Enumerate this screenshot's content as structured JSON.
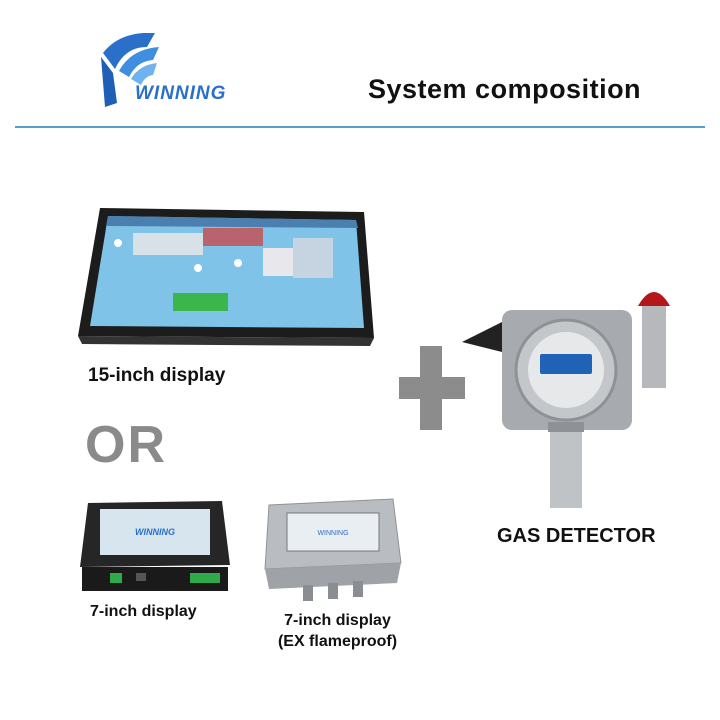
{
  "header": {
    "brand": "WINNING",
    "title": "System composition"
  },
  "options": {
    "display_15": "15-inch display",
    "or": "OR",
    "display_7": "7-inch display",
    "display_7_ex_line1": "7-inch display",
    "display_7_ex_line2": "(EX flameproof)"
  },
  "detector": {
    "label": "GAS DETECTOR"
  },
  "icons": {
    "logo": "winning-logo",
    "plus": "plus-icon"
  },
  "colors": {
    "brand_blue": "#2a6fc9",
    "divider": "#5a9ec8",
    "plus_gray": "#8c8c8c",
    "or_gray": "#8a8a8a"
  }
}
